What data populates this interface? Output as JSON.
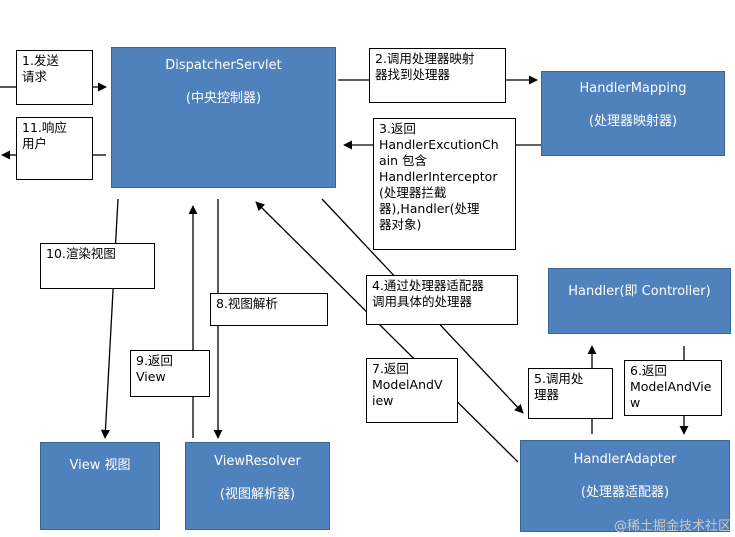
{
  "nodes": {
    "dispatcher": {
      "title": "DispatcherServlet",
      "subtitle": "(中央控制器)"
    },
    "handler_mapping": {
      "title": "HandlerMapping",
      "subtitle": "(处理器映射器)"
    },
    "handler": {
      "title": "Handler(即 Controller)"
    },
    "handler_adapter": {
      "title": "HandlerAdapter",
      "subtitle": "(处理器适配器)"
    },
    "view": {
      "title": "View 视图"
    },
    "view_resolver": {
      "title": "ViewResolver",
      "subtitle": "(视图解析器)"
    }
  },
  "steps": {
    "s1": "1.发送\n请求",
    "s2": "2.调用处理器映射\n器找到处理器",
    "s3": "3.返回\nHandlerExcutionCh\nain 包含\nHandlerInterceptor\n(处理器拦截\n器),Handler(处理\n器对象)",
    "s4": "4.通过处理器适配器\n调用具体的处理器",
    "s5": "5.调用处\n理器",
    "s6": "6.返回\nModelAndVie\nw",
    "s7": "7.返回\nModelAndV\niew",
    "s8": "8.视图解析",
    "s9": "9.返回\nView",
    "s10": "10.渲染视图",
    "s11": "11.响应\n用户"
  },
  "watermark": "@稀土掘金技术社区",
  "colors": {
    "node_fill": "#4f81bd",
    "node_border": "#3a6595",
    "line": "#000000"
  }
}
